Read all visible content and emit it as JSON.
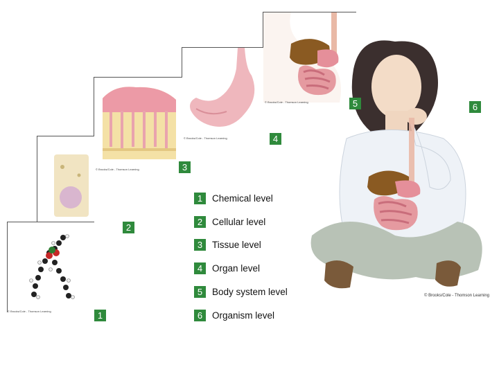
{
  "legend": [
    {
      "num": "1",
      "label": "Chemical level"
    },
    {
      "num": "2",
      "label": "Cellular level"
    },
    {
      "num": "3",
      "label": "Tissue level"
    },
    {
      "num": "4",
      "label": "Organ level"
    },
    {
      "num": "5",
      "label": "Body system level"
    },
    {
      "num": "6",
      "label": "Organism level"
    }
  ],
  "panel_badges": [
    "1",
    "2",
    "3",
    "4",
    "5",
    "6"
  ],
  "copyright": "© Brooks/Cole - Thomson Learning",
  "credits": [
    "© Brooks/Cole - Thomson Learning",
    "© Brooks/Cole - Thomson Learning",
    "© Brooks/Cole - Thomson Learning",
    "© Brooks/Cole - Thomson Learning",
    "© Brooks/Cole - Thomson Learning"
  ],
  "colors": {
    "badge": "#2f8a3c",
    "tissue_pink": "#e7a0a8",
    "cell_tan": "#efe3bf",
    "shirt": "#f1f4f7",
    "jeans": "#b8c2b6"
  }
}
